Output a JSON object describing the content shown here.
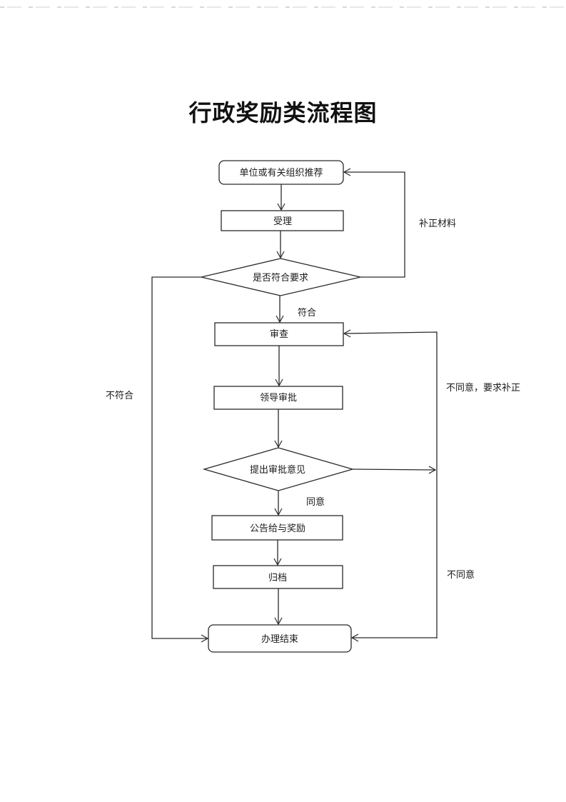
{
  "title": "行政奖励类流程图",
  "nodes": {
    "recommend": {
      "label": "单位或有关组织推荐",
      "shape": "rounded-rect"
    },
    "accept": {
      "label": "受理",
      "shape": "rect"
    },
    "check_requirements": {
      "label": "是否符合要求",
      "shape": "diamond"
    },
    "review": {
      "label": "审查",
      "shape": "rect"
    },
    "leader_approval": {
      "label": "领导审批",
      "shape": "rect"
    },
    "approval_opinion": {
      "label": "提出审批意见",
      "shape": "diamond"
    },
    "announce_reward": {
      "label": "公告给与奖励",
      "shape": "rect"
    },
    "archive": {
      "label": "归档",
      "shape": "rect"
    },
    "end": {
      "label": "办理结束",
      "shape": "rounded-rect"
    }
  },
  "edges": [
    {
      "from": "recommend",
      "to": "accept",
      "label": ""
    },
    {
      "from": "accept",
      "to": "check_requirements",
      "label": ""
    },
    {
      "from": "check_requirements",
      "to": "review",
      "label": "符合"
    },
    {
      "from": "check_requirements",
      "to": "recommend",
      "label": "补正材料"
    },
    {
      "from": "check_requirements",
      "to": "end",
      "label": "不符合"
    },
    {
      "from": "review",
      "to": "leader_approval",
      "label": ""
    },
    {
      "from": "leader_approval",
      "to": "approval_opinion",
      "label": ""
    },
    {
      "from": "approval_opinion",
      "to": "announce_reward",
      "label": "同意"
    },
    {
      "from": "approval_opinion",
      "to": "review",
      "label": "不同意，要求补正"
    },
    {
      "from": "approval_opinion",
      "to": "end",
      "label": "不同意"
    },
    {
      "from": "announce_reward",
      "to": "archive",
      "label": ""
    },
    {
      "from": "archive",
      "to": "end",
      "label": ""
    }
  ],
  "labels": {
    "supplement": "补正材料",
    "conform": "符合",
    "not_conform": "不符合",
    "disagree_fix": "不同意，要求补正",
    "agree": "同意",
    "disagree": "不同意"
  },
  "colors": {
    "line": "#2a2a2a",
    "fill": "#ffffff",
    "text": "#1a1a1a"
  }
}
